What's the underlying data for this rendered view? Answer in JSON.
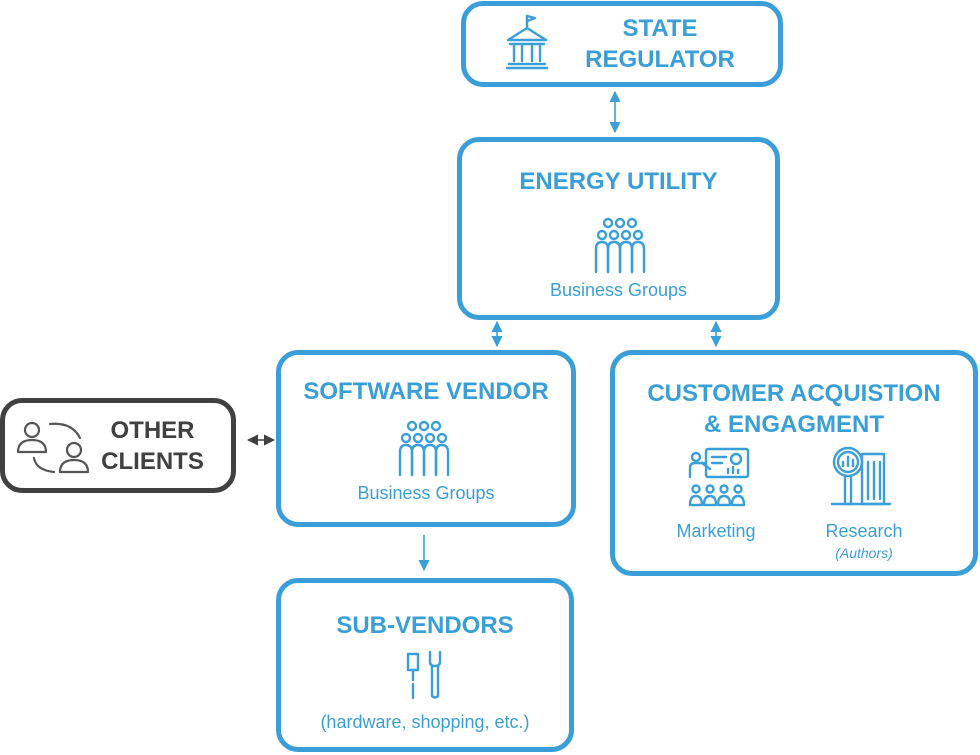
{
  "nodes": {
    "state_regulator": {
      "title_line1": "STATE",
      "title_line2": "REGULATOR",
      "icon": "government-building-icon"
    },
    "energy_utility": {
      "title": "ENERGY UTILITY",
      "label": "Business Groups",
      "icon": "people-group-icon"
    },
    "software_vendor": {
      "title": "SOFTWARE VENDOR",
      "label": "Business Groups",
      "icon": "people-group-icon"
    },
    "customer_acquisition": {
      "title_line1": "CUSTOMER ACQUISTION",
      "title_line2": "& ENGAGMENT",
      "marketing_label": "Marketing",
      "research_label": "Research",
      "research_sublabel": "(Authors)"
    },
    "other_clients": {
      "title_line1": "OTHER",
      "title_line2": "CLIENTS",
      "icon": "client-exchange-icon"
    },
    "sub_vendors": {
      "title": "SUB-VENDORS",
      "label": "(hardware, shopping, etc.)",
      "icon": "tools-icon"
    }
  },
  "edges": [
    {
      "from": "state_regulator",
      "to": "energy_utility",
      "direction": "both"
    },
    {
      "from": "energy_utility",
      "to": "software_vendor",
      "direction": "both"
    },
    {
      "from": "energy_utility",
      "to": "customer_acquisition",
      "direction": "both"
    },
    {
      "from": "other_clients",
      "to": "software_vendor",
      "direction": "both"
    },
    {
      "from": "software_vendor",
      "to": "sub_vendors",
      "direction": "forward"
    }
  ],
  "colors": {
    "accent": "#3a9fd8",
    "neutral": "#404040"
  }
}
